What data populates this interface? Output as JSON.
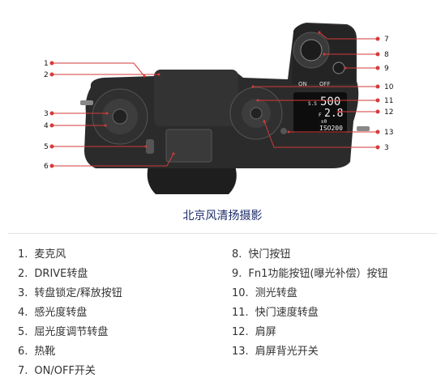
{
  "caption": "北京风清扬摄影",
  "callouts": {
    "left": [
      "1",
      "2",
      "3",
      "4",
      "5",
      "6"
    ],
    "right": [
      "7",
      "8",
      "9",
      "10",
      "11",
      "12",
      "13",
      "3"
    ]
  },
  "camera": {
    "on_label": "ON",
    "off_label": "OFF",
    "screen_ss_label": "S.S",
    "screen_ss_value": "500",
    "screen_f_label": "F",
    "screen_f_value": "2.8",
    "screen_ev": "±0",
    "screen_iso": "ISO200"
  },
  "legend": [
    {
      "num": "1.",
      "label": "麦克风"
    },
    {
      "num": "2.",
      "label": "DRIVE转盘"
    },
    {
      "num": "3.",
      "label": "转盘锁定/释放按钮"
    },
    {
      "num": "4.",
      "label": "感光度转盘"
    },
    {
      "num": "5.",
      "label": "屈光度调节转盘"
    },
    {
      "num": "6.",
      "label": "热靴"
    },
    {
      "num": "7.",
      "label": "ON/OFF开关"
    },
    {
      "num": "8.",
      "label": "快门按钮"
    },
    {
      "num": "9.",
      "label": "Fn1功能按钮(曝光补偿）按钮"
    },
    {
      "num": "10.",
      "label": "测光转盘"
    },
    {
      "num": "11.",
      "label": "快门速度转盘"
    },
    {
      "num": "12.",
      "label": "肩屏"
    },
    {
      "num": "13.",
      "label": "肩屏背光开关"
    }
  ],
  "colors": {
    "callout_red": "#d63a3a",
    "body_dark": "#2b2b2b",
    "caption_blue": "#1a2a6a"
  }
}
